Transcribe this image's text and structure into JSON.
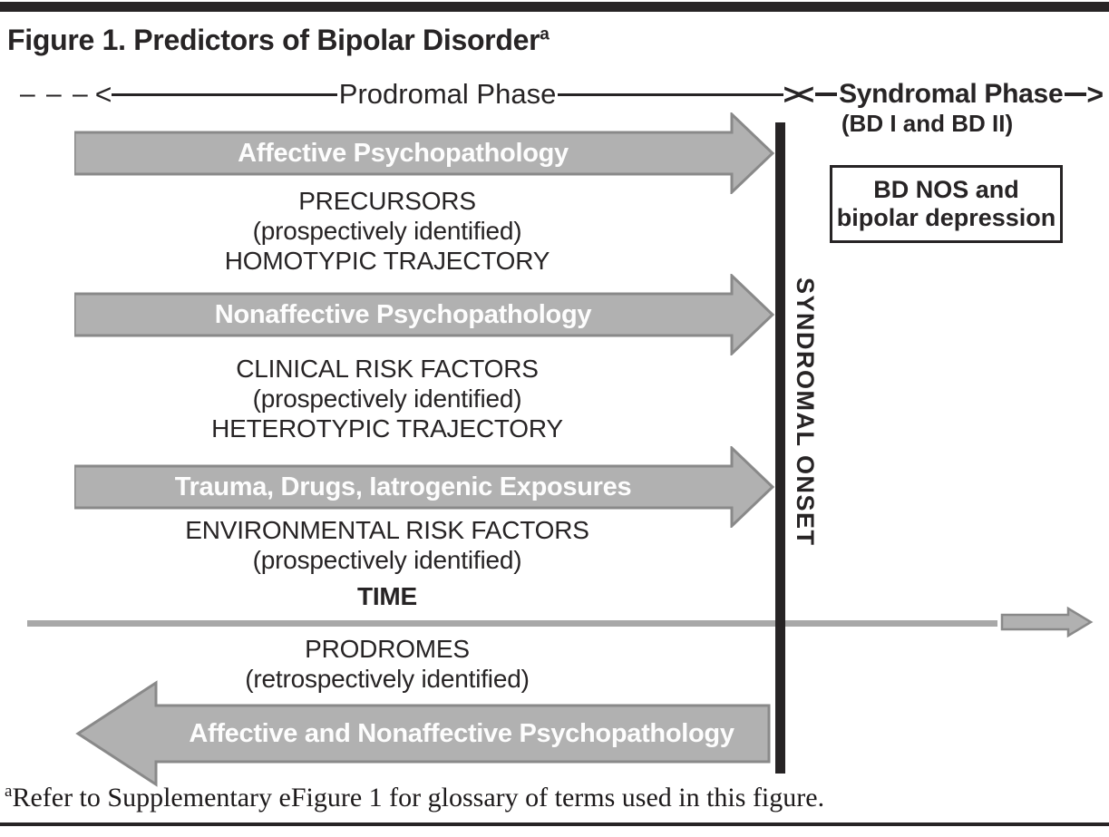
{
  "figure": {
    "title": "Figure 1. Predictors of Bipolar Disorder",
    "title_sup": "a",
    "footnote_sup": "a",
    "footnote": "Refer to Supplementary eFigure 1 for glossary of terms used in this figure."
  },
  "axis": {
    "dashes": "– – –",
    "left_chevron": "<",
    "prodromal_label": "Prodromal Phase",
    "junction": "><",
    "syndromal_label": "Syndromal Phase",
    "right_chevron": ">",
    "syndromal_sub": "(BD I and BD II)"
  },
  "arrows": {
    "affective": "Affective Psychopathology",
    "nonaffective": "Nonaffective Psychopathology",
    "trauma": "Trauma, Drugs, Iatrogenic Exposures",
    "retrospective": "Affective and Nonaffective Psychopathology"
  },
  "labels": {
    "precursors": [
      "PRECURSORS",
      "(prospectively identified)",
      "HOMOTYPIC TRAJECTORY"
    ],
    "clinical": [
      "CLINICAL RISK FACTORS",
      "(prospectively identified)",
      "HETEROTYPIC TRAJECTORY"
    ],
    "environmental": [
      "ENVIRONMENTAL RISK FACTORS",
      "(prospectively identified)"
    ],
    "time": "TIME",
    "prodromes": [
      "PRODROMES",
      "(retrospectively identified)"
    ],
    "syndromal_onset": "SYNDROMAL ONSET",
    "bd_box_line1": "BD NOS and",
    "bd_box_line2": "bipolar depression"
  },
  "colors": {
    "ink": "#272425",
    "arrow_fill": "#b1b1b1",
    "arrow_stroke": "#898989",
    "timeline": "#a8a8a8",
    "arrow_text": "#fdfdfd"
  }
}
